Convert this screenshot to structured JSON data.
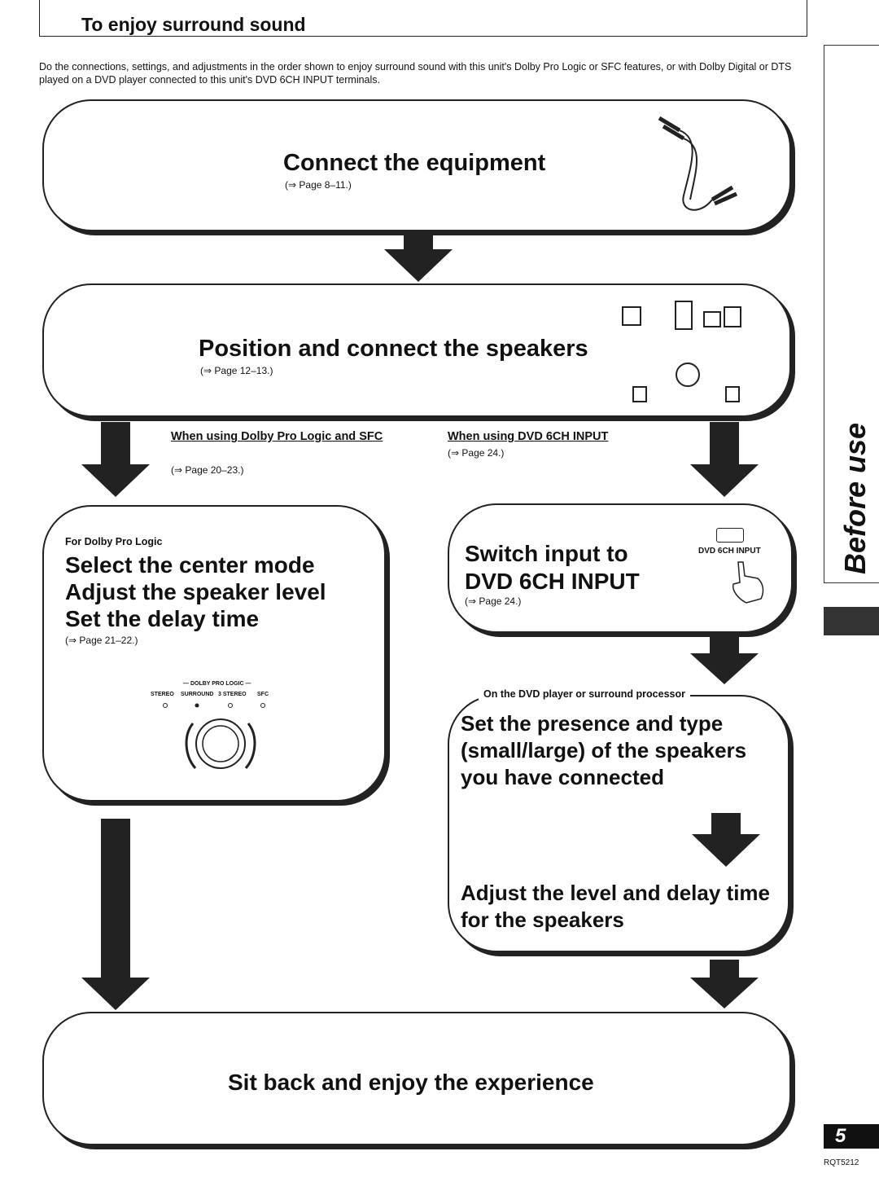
{
  "header": {
    "title": "To enjoy surround sound"
  },
  "intro": "Do the connections, settings, and adjustments in the order shown to enjoy surround sound with this unit's Dolby Pro Logic or SFC features, or with Dolby Digital or DTS played on a DVD player connected to this unit's DVD 6CH INPUT terminals.",
  "step1": {
    "title": "Connect the equipment",
    "ref": "(⇒ Page 8–11.)"
  },
  "step2": {
    "title": "Position and connect the speakers",
    "ref": "(⇒ Page 12–13.)"
  },
  "branch_left": {
    "label": "When using Dolby Pro Logic and SFC",
    "ref": "(⇒ Page 20–23.)"
  },
  "branch_right": {
    "label": "When using DVD 6CH INPUT",
    "ref": "(⇒ Page 24.)"
  },
  "left_box": {
    "sub": "For Dolby Pro Logic",
    "lines": [
      "Select the center mode",
      "Adjust the speaker level",
      "Set the delay time"
    ],
    "ref": "(⇒ Page 21–22.)",
    "panel_header": "— DOLBY PRO LOGIC —",
    "modes": [
      "STEREO",
      "SURROUND",
      "3 STEREO",
      "SFC"
    ]
  },
  "right_box1": {
    "lines": [
      "Switch input to",
      "DVD 6CH INPUT"
    ],
    "ref": "(⇒ Page 24.)",
    "button_label": "DVD 6CH INPUT"
  },
  "right_box2": {
    "caption": "On the DVD player or surround processor",
    "text1": "Set the presence and type (small/large) of the speakers you have connected",
    "text2": "Adjust the level and delay time for the speakers"
  },
  "final": {
    "title": "Sit back and enjoy the experience"
  },
  "side": {
    "label": "Before use",
    "page_number": "5",
    "code": "RQT5212"
  }
}
